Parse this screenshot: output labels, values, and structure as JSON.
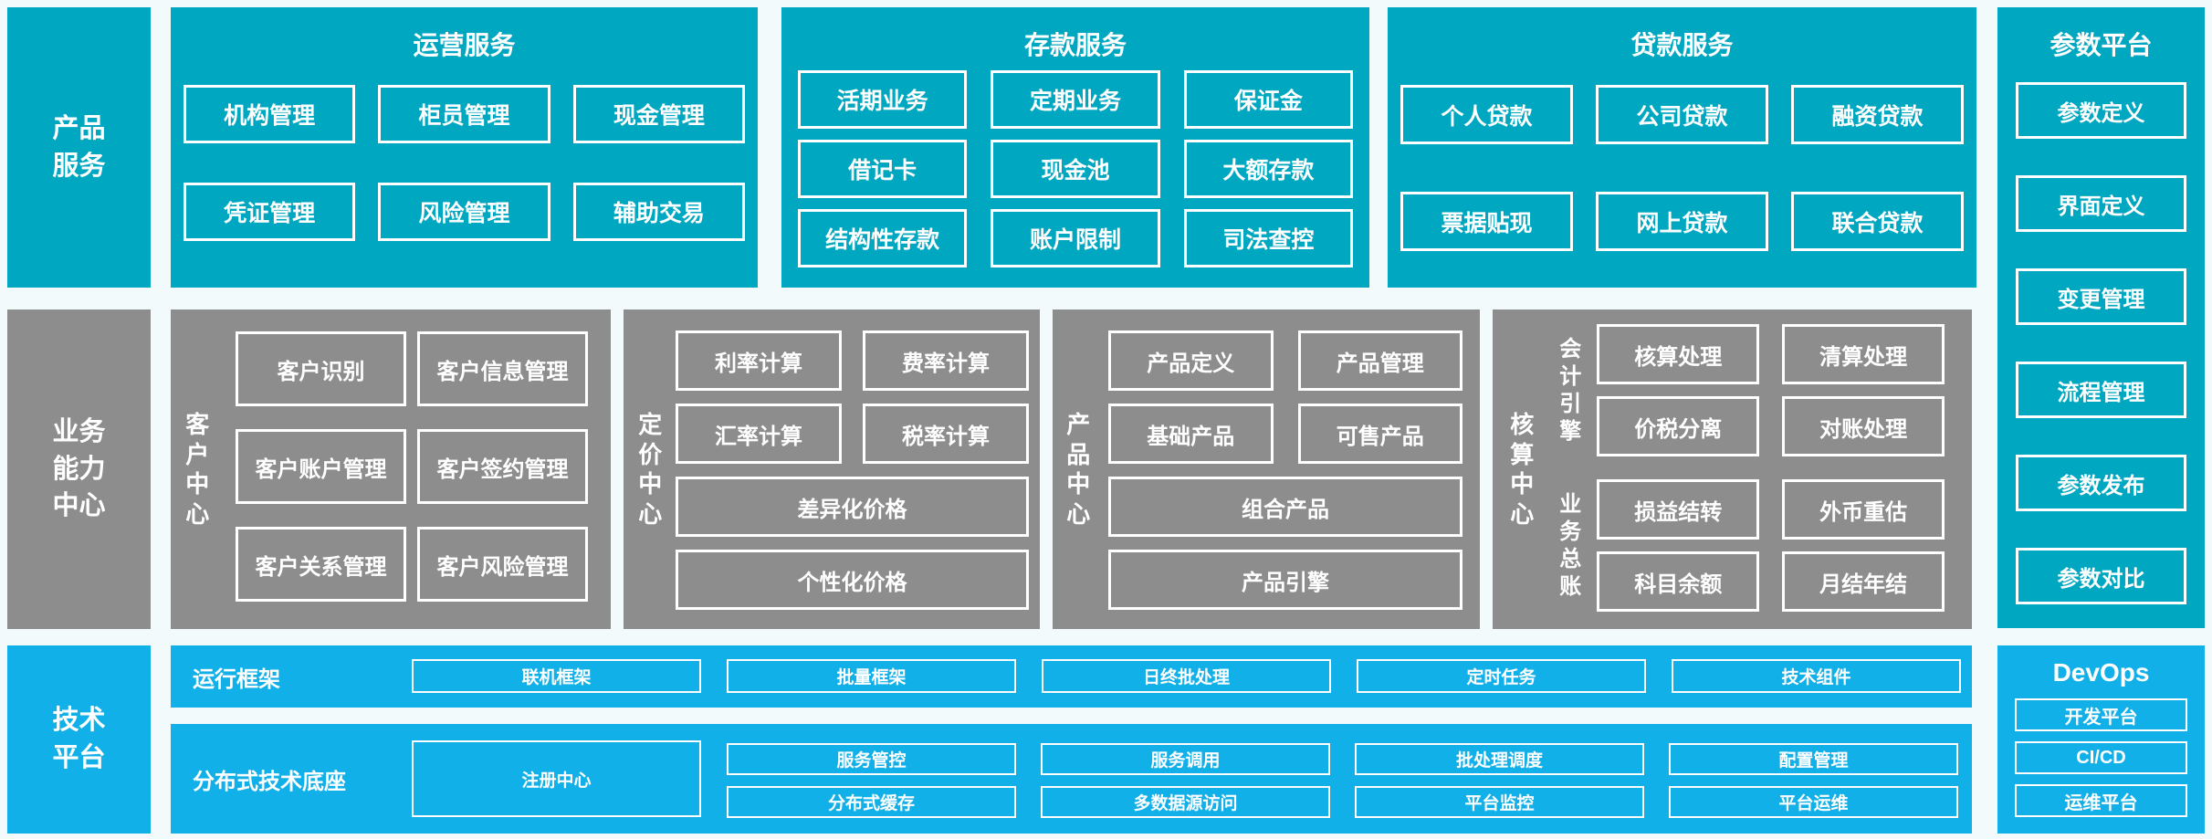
{
  "colors": {
    "teal": "#00a7c0",
    "gray": "#8d8d8d",
    "blue": "#12b0e8",
    "background": "#f3fafb",
    "box_border": "#ffffff",
    "text": "#ffffff"
  },
  "bands": {
    "product": "产品服务",
    "business": "业务能力中心",
    "tech": "技术平台"
  },
  "operations": {
    "title": "运营服务",
    "boxes": [
      "机构管理",
      "柜员管理",
      "现金管理",
      "凭证管理",
      "风险管理",
      "辅助交易"
    ]
  },
  "deposit": {
    "title": "存款服务",
    "boxes": [
      "活期业务",
      "定期业务",
      "保证金",
      "借记卡",
      "现金池",
      "大额存款",
      "结构性存款",
      "账户限制",
      "司法查控"
    ]
  },
  "loan": {
    "title": "贷款服务",
    "boxes": [
      "个人贷款",
      "公司贷款",
      "融资贷款",
      "票据贴现",
      "网上贷款",
      "联合贷款"
    ]
  },
  "param": {
    "title": "参数平台",
    "boxes": [
      "参数定义",
      "界面定义",
      "变更管理",
      "流程管理",
      "参数发布",
      "参数对比"
    ]
  },
  "customer": {
    "label": "客户中心",
    "boxes": [
      "客户识别",
      "客户信息管理",
      "客户账户管理",
      "客户签约管理",
      "客户关系管理",
      "客户风险管理"
    ]
  },
  "pricing": {
    "label": "定价中心",
    "boxes": [
      "利率计算",
      "费率计算",
      "汇率计算",
      "税率计算"
    ],
    "wide": [
      "差异化价格",
      "个性化价格"
    ]
  },
  "product_center": {
    "label": "产品中心",
    "boxes": [
      "产品定义",
      "产品管理",
      "基础产品",
      "可售产品"
    ],
    "wide": [
      "组合产品",
      "产品引擎"
    ]
  },
  "accounting": {
    "label": "核算中心",
    "groups": [
      {
        "label": "会计引擎",
        "boxes": [
          "核算处理",
          "清算处理",
          "价税分离",
          "对账处理"
        ]
      },
      {
        "label": "业务总账",
        "boxes": [
          "损益结转",
          "外币重估",
          "科目余额",
          "月结年结"
        ]
      }
    ]
  },
  "runtime": {
    "label": "运行框架",
    "boxes": [
      "联机框架",
      "批量框架",
      "日终批处理",
      "定时任务",
      "技术组件"
    ]
  },
  "distributed": {
    "label": "分布式技术底座",
    "registry": "注册中心",
    "row1": [
      "服务管控",
      "服务调用",
      "批处理调度",
      "配置管理"
    ],
    "row2": [
      "分布式缓存",
      "多数据源访问",
      "平台监控",
      "平台运维"
    ]
  },
  "devops": {
    "title": "DevOps",
    "boxes": [
      "开发平台",
      "CI/CD",
      "运维平台"
    ]
  }
}
